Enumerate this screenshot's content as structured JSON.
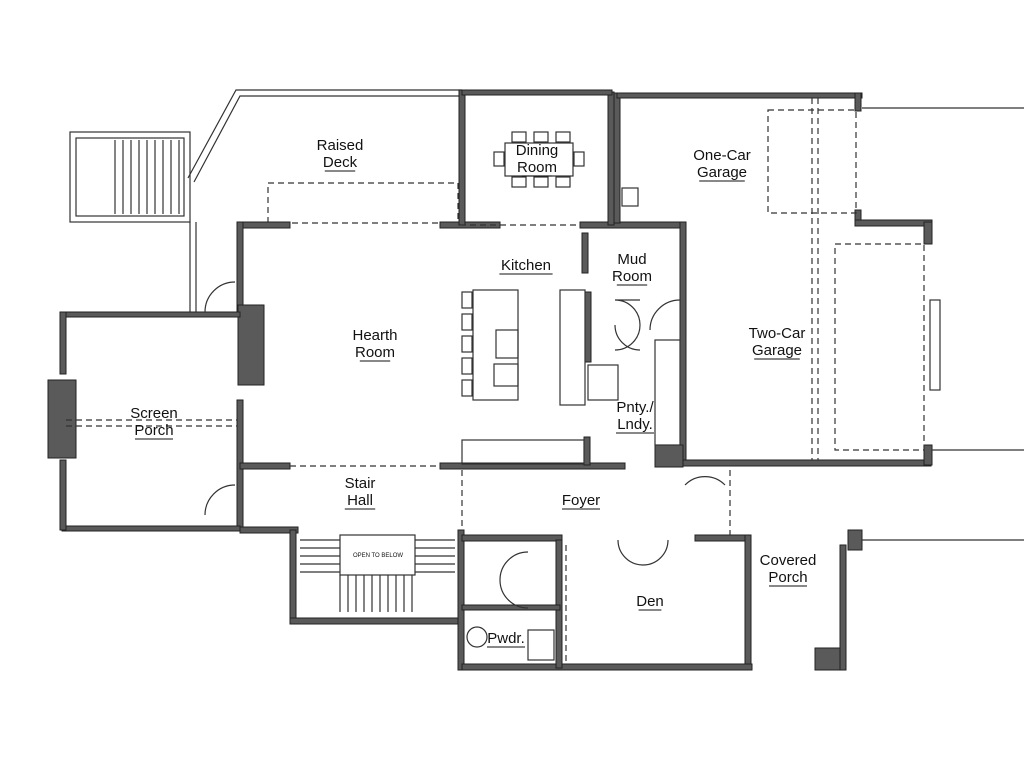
{
  "plan": {
    "rooms": [
      {
        "id": "raised-deck",
        "lines": [
          "Raised",
          "Deck"
        ]
      },
      {
        "id": "dining-room",
        "lines": [
          "Dining",
          "Room"
        ]
      },
      {
        "id": "one-car-garage",
        "lines": [
          "One-Car",
          "Garage"
        ]
      },
      {
        "id": "kitchen",
        "lines": [
          "Kitchen"
        ]
      },
      {
        "id": "mud-room",
        "lines": [
          "Mud",
          "Room"
        ]
      },
      {
        "id": "hearth-room",
        "lines": [
          "Hearth",
          "Room"
        ]
      },
      {
        "id": "two-car-garage",
        "lines": [
          "Two-Car",
          "Garage"
        ]
      },
      {
        "id": "screen-porch",
        "lines": [
          "Screen",
          "Porch"
        ]
      },
      {
        "id": "pantry-laundry",
        "lines": [
          "Pnty./",
          "Lndy."
        ]
      },
      {
        "id": "stair-hall",
        "lines": [
          "Stair",
          "Hall"
        ]
      },
      {
        "id": "foyer",
        "lines": [
          "Foyer"
        ]
      },
      {
        "id": "covered-porch",
        "lines": [
          "Covered",
          "Porch"
        ]
      },
      {
        "id": "den",
        "lines": [
          "Den"
        ]
      },
      {
        "id": "powder-room",
        "lines": [
          "Pwdr."
        ]
      }
    ],
    "stair_note": "OPEN TO BELOW",
    "colors": {
      "wall": "#5a5a5a",
      "line": "#333333",
      "background": "#ffffff"
    }
  }
}
